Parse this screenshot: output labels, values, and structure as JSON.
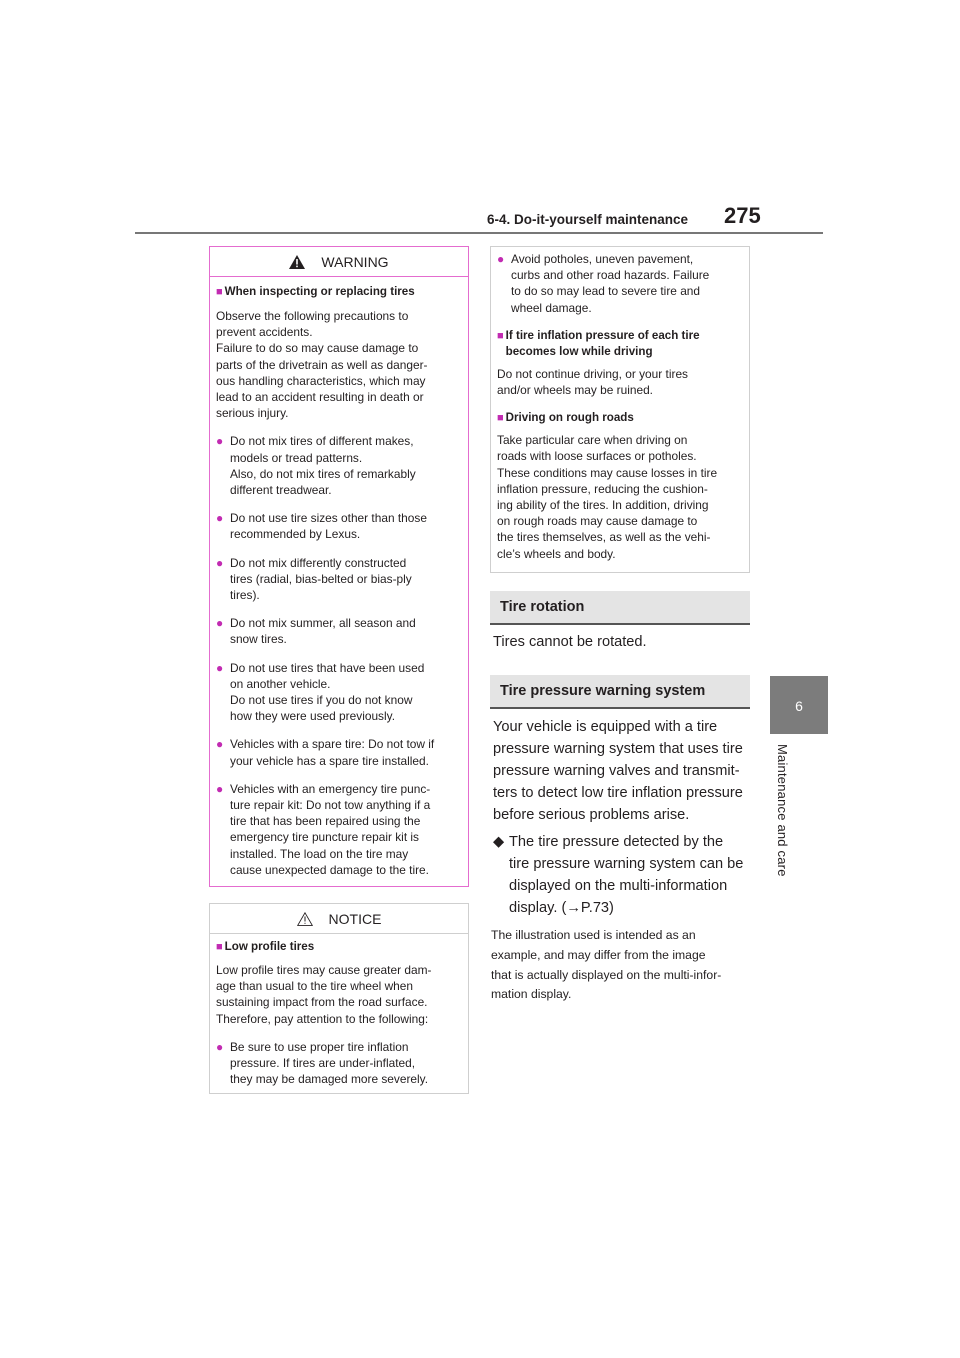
{
  "header": {
    "section": "6-4. Do-it-yourself maintenance",
    "page_number": "275"
  },
  "side_tab": {
    "number": "6",
    "label": "Maintenance and care"
  },
  "warning_box": {
    "title": "WARNING",
    "heading": "When inspecting or replacing tires",
    "intro": [
      "Observe the following precautions to",
      "prevent accidents.",
      "Failure to do so may cause damage to",
      "parts of the drivetrain as well as danger-",
      "ous handling characteristics, which may",
      "lead to an accident resulting in death or",
      "serious injury."
    ],
    "bullets": [
      [
        "Do not mix tires of different makes,",
        "models or tread patterns.",
        "Also, do not mix tires of remarkably",
        "different treadwear."
      ],
      [
        "Do not use tire sizes other than those",
        "recommended by Lexus."
      ],
      [
        "Do not mix differently constructed",
        "tires (radial, bias-belted or bias-ply",
        "tires)."
      ],
      [
        "Do not mix summer, all season and",
        "snow tires."
      ],
      [
        "Do not use tires that have been used",
        "on another vehicle.",
        "Do not use tires if you do not know",
        "how they were used previously."
      ],
      [
        "Vehicles with a spare tire: Do not tow if",
        "your vehicle has a spare tire installed."
      ],
      [
        "Vehicles with an emergency tire punc-",
        "ture repair kit: Do not tow anything if a",
        "tire that has been repaired using the",
        "emergency tire puncture repair kit is",
        "installed. The load on the tire may",
        "cause unexpected damage to the tire."
      ]
    ]
  },
  "notice_box": {
    "title": "NOTICE",
    "heading": "Low profile tires",
    "intro": [
      "Low profile tires may cause greater dam-",
      "age than usual to the tire wheel when",
      "sustaining impact from the road surface.",
      "Therefore, pay attention to the following:"
    ],
    "bullets": [
      [
        "Be sure to use proper tire inflation",
        "pressure. If tires are under-inflated,",
        "they may be damaged more severely."
      ]
    ]
  },
  "notice_cont_box": {
    "bullet": [
      "Avoid potholes, uneven pavement,",
      "curbs and other road hazards. Failure",
      "to do so may lead to severe tire and",
      "wheel damage."
    ],
    "heading1": [
      "If tire inflation pressure of each tire",
      "becomes low while driving"
    ],
    "para1": [
      "Do not continue driving, or your tires",
      "and/or wheels may be ruined."
    ],
    "heading2": "Driving on rough roads",
    "para2": [
      "Take particular care when driving on",
      "roads with loose surfaces or potholes.",
      "These conditions may cause losses in tire",
      "inflation pressure, reducing the cushion-",
      "ing ability of the tires. In addition, driving",
      "on rough roads may cause damage to",
      "the tires themselves, as well as the vehi-",
      "cle’s wheels and body."
    ]
  },
  "tire_rotation": {
    "heading": "Tire rotation",
    "text": "Tires cannot be rotated."
  },
  "tpws": {
    "heading": "Tire pressure warning system",
    "body": [
      "Your vehicle is equipped with a tire",
      "pressure warning system that uses tire",
      "pressure warning valves and transmit-",
      "ters to detect low tire inflation pressure",
      "before serious problems arise."
    ],
    "bullet": [
      "The tire pressure detected by the",
      "tire pressure warning system can be",
      "displayed on the multi-information",
      "display. (→P.73)"
    ],
    "note": [
      "The illustration used is intended as an",
      "example, and may differ from the image",
      "that is actually displayed on the multi-infor-",
      "mation display."
    ]
  },
  "colors": {
    "accent": "#c22bb2",
    "warning_border": "#e46ccf",
    "tab_gray": "#7c7c7c"
  }
}
